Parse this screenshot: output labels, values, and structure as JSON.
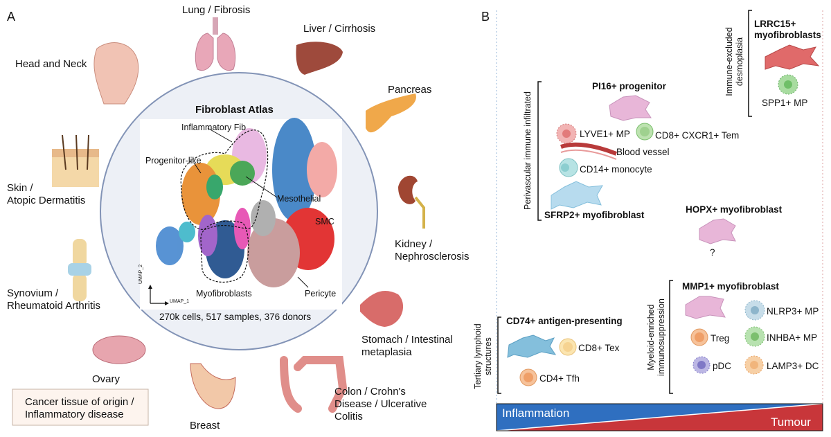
{
  "panel_a": {
    "letter": "A",
    "atlas_title": "Fibroblast Atlas",
    "caption": "270k cells, 517 samples, 376 donors",
    "legend_box": "Cancer tissue of origin / Inflammatory disease",
    "umap_labels": {
      "inflammatory": "Inflammatory Fib",
      "progenitor": "Progenitor-like",
      "mesothelial": "Mesothelial",
      "smc": "SMC",
      "myofibroblasts": "Myofibroblasts",
      "pericyte": "Pericyte",
      "umap1": "UMAP_1",
      "umap2": "UMAP_2"
    },
    "tissues": {
      "lung": "Lung / Fibrosis",
      "liver": "Liver / Cirrhosis",
      "head": "Head and Neck",
      "pancreas": "Pancreas",
      "skin_1": "Skin /",
      "skin_2": "Atopic Dermatitis",
      "kidney_1": "Kidney /",
      "kidney_2": "Nephrosclerosis",
      "synovium_1": "Synovium /",
      "synovium_2": "Rheumatoid Arthritis",
      "stomach_1": "Stomach / Intestinal",
      "stomach_2": "metaplasia",
      "ovary": "Ovary",
      "breast": "Breast",
      "colon_1": "Colon / Crohn's",
      "colon_2": "Disease / Ulcerative",
      "colon_3": "Colitis"
    }
  },
  "panel_b": {
    "letter": "B",
    "brackets": {
      "desmoplasia_1": "Immune-excluded",
      "desmoplasia_2": "desmoplasia",
      "perivascular": "Perivascular immune infiltrated",
      "tls_1": "Tertiary lymphoid",
      "tls_2": "structures",
      "myeloid_1": "Myeloid-enriched",
      "myeloid_2": "immunosuppression"
    },
    "groups": {
      "lrrc15_1": "LRRC15+",
      "lrrc15_2": "myofibroblasts",
      "spp1": "SPP1+ MP",
      "pi16": "PI16+ progenitor",
      "lyve1": "LYVE1+ MP",
      "cd8cxcr1": "CD8+ CXCR1+ Tem",
      "blood_vessel": "Blood vessel",
      "cd14": "CD14+ monocyte",
      "sfrp2": "SFRP2+ myofibroblast",
      "hopx": "HOPX+ myofibroblast",
      "question": "?",
      "mmp1": "MMP1+ myofibroblast",
      "nlrp3": "NLRP3+ MP",
      "treg": "Treg",
      "inhba": "INHBA+ MP",
      "pdc": "pDC",
      "lamp3": "LAMP3+ DC",
      "cd74": "CD74+ antigen-presenting",
      "cd8tex": "CD8+ Tex",
      "cd4tfh": "CD4+ Tfh"
    },
    "gradient": {
      "left": "Inflammation",
      "right": "Tumour"
    }
  },
  "colors": {
    "inflammation_blue": "#2f6fc0",
    "tumour_red": "#c8363a",
    "circle_bg": "#edf0f6",
    "circle_border": "#8293b6",
    "fibroblast_pink": "#e8b6d8",
    "fibroblast_red": "#e06a6a",
    "fibroblast_blue": "#84bfdc"
  }
}
